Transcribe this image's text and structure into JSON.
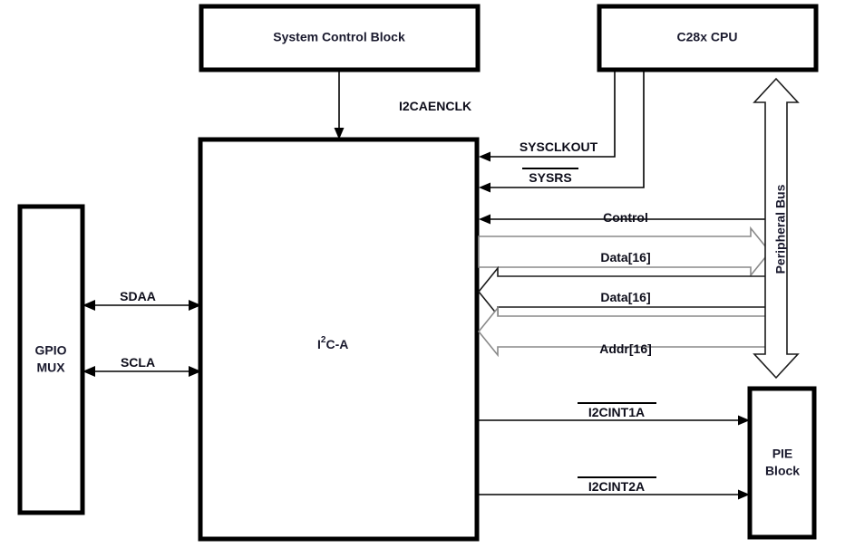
{
  "diagram": {
    "title": "I2C-A peripheral block diagram",
    "colors": {
      "block_stroke": "#000000",
      "background": "#ffffff",
      "text": "#0d0d1a",
      "bus_grey": "#8a8a8a"
    },
    "blocks": [
      {
        "id": "system-control-block",
        "label": "System Control Block"
      },
      {
        "id": "c28x-cpu",
        "label": "C28x CPU"
      },
      {
        "id": "i2c-a",
        "label_prefix": "I",
        "label_sup": "2",
        "label_suffix": "C-A",
        "label_plain": "I2C-A"
      },
      {
        "id": "gpio-mux",
        "label_line1": "GPIO",
        "label_line2": "MUX"
      },
      {
        "id": "pie-block",
        "label_line1": "PIE",
        "label_line2": "Block"
      }
    ],
    "signals": [
      {
        "id": "i2caenclk",
        "label": "I2CAENCLK",
        "overline": false,
        "direction": "down",
        "from": "system-control-block",
        "to": "i2c-a"
      },
      {
        "id": "sysclkout",
        "label": "SYSCLKOUT",
        "overline": false,
        "direction": "left",
        "from": "c28x-cpu",
        "to": "i2c-a"
      },
      {
        "id": "sysrs",
        "label": "SYSRS",
        "overline": true,
        "direction": "left",
        "from": "c28x-cpu",
        "to": "i2c-a"
      },
      {
        "id": "control",
        "label": "Control",
        "overline": false,
        "direction": "left",
        "from": "peripheral-bus",
        "to": "i2c-a"
      },
      {
        "id": "data-out",
        "label": "Data[16]",
        "overline": false,
        "direction": "right",
        "from": "i2c-a",
        "to": "peripheral-bus"
      },
      {
        "id": "data-in",
        "label": "Data[16]",
        "overline": false,
        "direction": "left",
        "from": "peripheral-bus",
        "to": "i2c-a"
      },
      {
        "id": "addr-in",
        "label": "Addr[16]",
        "overline": false,
        "direction": "left",
        "from": "peripheral-bus",
        "to": "i2c-a"
      },
      {
        "id": "i2cint1a",
        "label": "I2CINT1A",
        "overline": true,
        "direction": "right",
        "from": "i2c-a",
        "to": "pie-block"
      },
      {
        "id": "i2cint2a",
        "label": "I2CINT2A",
        "overline": true,
        "direction": "right",
        "from": "i2c-a",
        "to": "pie-block"
      },
      {
        "id": "sdaa",
        "label": "SDAA",
        "overline": false,
        "direction": "bidirectional",
        "from": "gpio-mux",
        "to": "i2c-a"
      },
      {
        "id": "scla",
        "label": "SCLA",
        "overline": false,
        "direction": "bidirectional",
        "from": "gpio-mux",
        "to": "i2c-a"
      }
    ],
    "bus": {
      "id": "peripheral-bus",
      "label": "Peripheral Bus",
      "orientation": "vertical",
      "arrow_style": "double-headed-hollow"
    }
  }
}
